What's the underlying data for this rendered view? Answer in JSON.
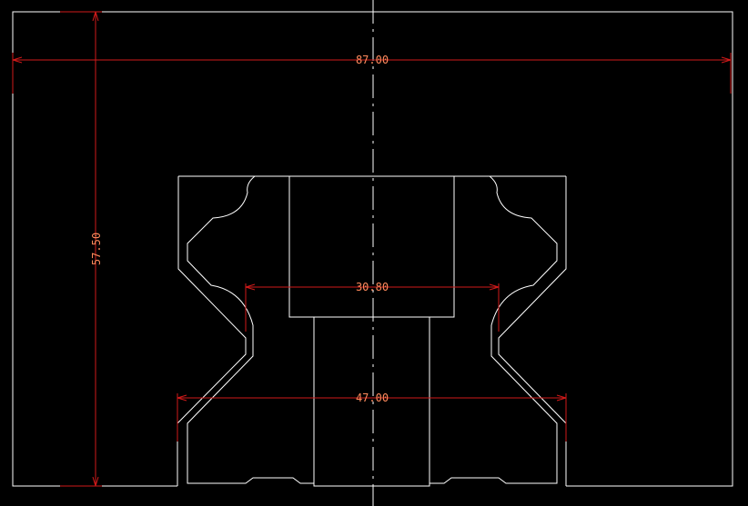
{
  "drawing": {
    "colors": {
      "background": "#000000",
      "outline": "#ffffff",
      "dimension_line": "#d01a1a",
      "dimension_text": "#ff8a5c"
    },
    "dimensions": {
      "overall_width": "87.00",
      "overall_height": "57.50",
      "throat_width": "30.80",
      "base_width": "47.00"
    }
  }
}
